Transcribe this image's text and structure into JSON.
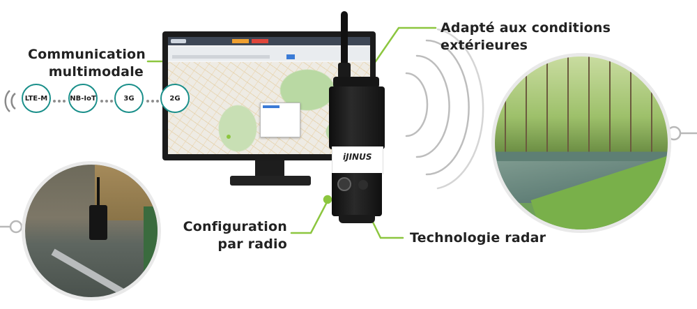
{
  "callouts": {
    "communication": [
      "Communication",
      "multimodale"
    ],
    "outdoor": [
      "Adapté aux conditions",
      "extérieures"
    ],
    "config": [
      "Configuration",
      "par radio"
    ],
    "radar": "Technologie radar"
  },
  "networks": [
    "LTE-M",
    "NB-IoT",
    "3G",
    "2G"
  ],
  "device_brand": "iJINUS",
  "colors": {
    "accent_green": "#8cc63f",
    "chip_teal": "#1a8f8a"
  },
  "icons": [
    "signal-waves-icon",
    "radar-waves-icon"
  ]
}
